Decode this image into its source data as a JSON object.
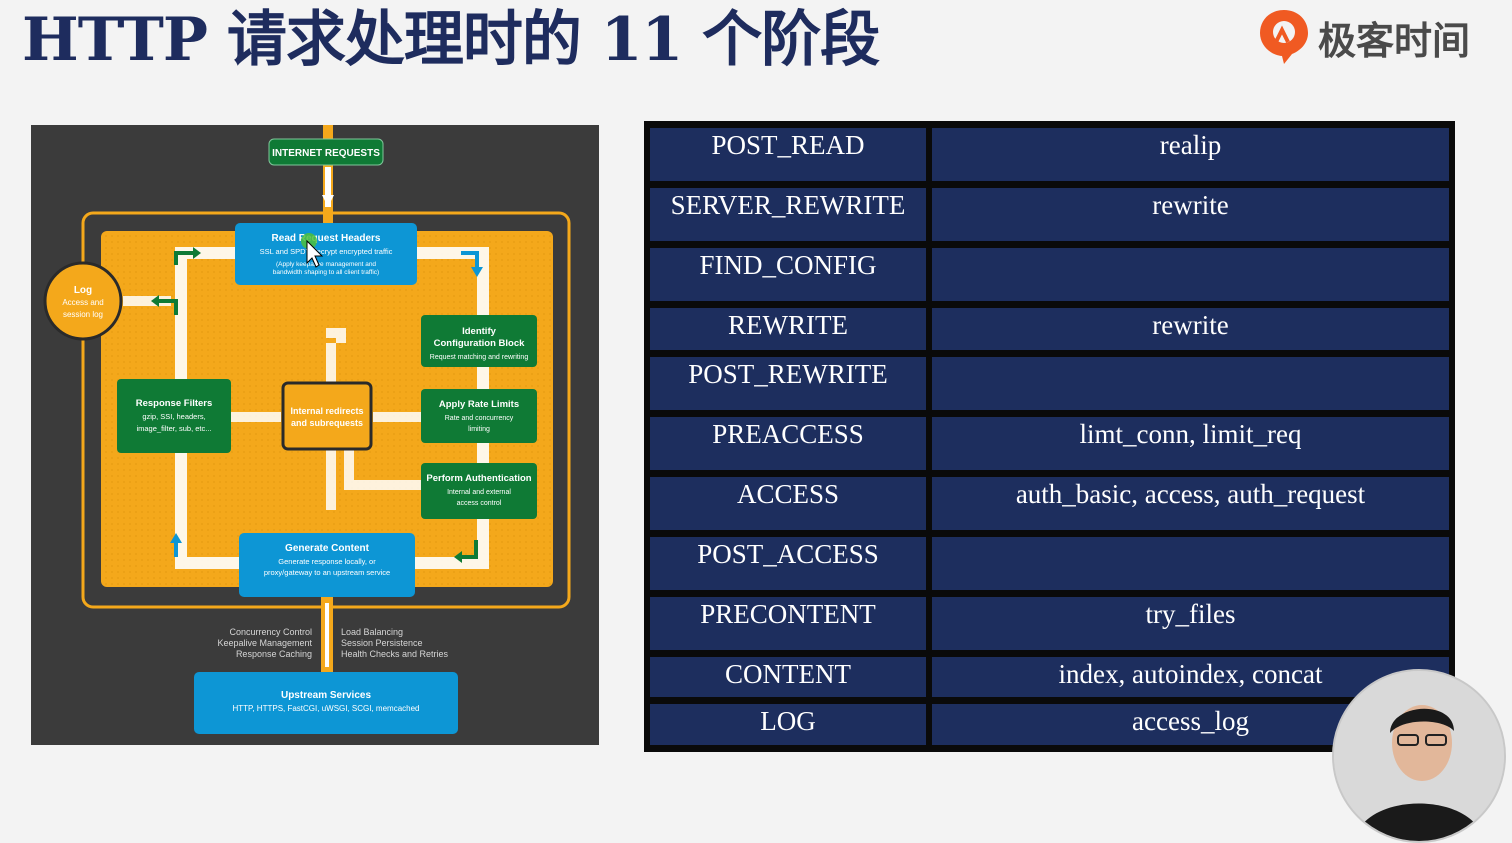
{
  "title": "HTTP 请求处理时的 11 个阶段",
  "brand": {
    "name": "极客时间",
    "icon": "geektime-logo-icon",
    "color": "#f05a22"
  },
  "diagram": {
    "internet_requests": "INTERNET REQUESTS",
    "read_headers": {
      "title": "Read Request Headers",
      "line1": "SSL and SPDY decrypt encrypted traffic",
      "line2": "(Apply keepalive management and",
      "line3": "bandwidth shaping to all client traffic)"
    },
    "log": {
      "title": "Log",
      "line1": "Access and",
      "line2": "session log"
    },
    "identify": {
      "title1": "Identify",
      "title2": "Configuration Block",
      "line1": "Request matching and rewriting"
    },
    "response_filters": {
      "title": "Response Filters",
      "line1": "gzip, SSI, headers,",
      "line2": "image_filter, sub, etc..."
    },
    "internal": {
      "line1": "Internal redirects",
      "line2": "and subrequests"
    },
    "rate_limits": {
      "title": "Apply Rate Limits",
      "line1": "Rate and concurrency",
      "line2": "limiting"
    },
    "auth": {
      "title": "Perform Authentication",
      "line1": "Internal and external",
      "line2": "access control"
    },
    "generate": {
      "title": "Generate Content",
      "line1": "Generate response locally, or",
      "line2": "proxy/gateway to an upstream service"
    },
    "left_labels": [
      "Concurrency Control",
      "Keepalive Management",
      "Response Caching"
    ],
    "right_labels": [
      "Load Balancing",
      "Session Persistence",
      "Health Checks and Retries"
    ],
    "upstream": {
      "title": "Upstream Services",
      "line1": "HTTP, HTTPS, FastCGI, uWSGI, SCGI, memcached"
    },
    "colors": {
      "background": "#3b3b3b",
      "orange": "#f4a81b",
      "green": "#0f7a35",
      "blue": "#0d96d5"
    }
  },
  "phases": [
    {
      "phase": "POST_READ",
      "modules": "realip"
    },
    {
      "phase": "SERVER_REWRITE",
      "modules": "rewrite"
    },
    {
      "phase": "FIND_CONFIG",
      "modules": ""
    },
    {
      "phase": "REWRITE",
      "modules": "rewrite"
    },
    {
      "phase": "POST_REWRITE",
      "modules": ""
    },
    {
      "phase": "PREACCESS",
      "modules": "limt_conn, limit_req"
    },
    {
      "phase": "ACCESS",
      "modules": "auth_basic, access, auth_request"
    },
    {
      "phase": "POST_ACCESS",
      "modules": ""
    },
    {
      "phase": "PRECONTENT",
      "modules": "try_files"
    },
    {
      "phase": "CONTENT",
      "modules": "index, autoindex, concat"
    },
    {
      "phase": "LOG",
      "modules": "access_log"
    }
  ],
  "presenter": {
    "icon": "presenter-video-avatar"
  }
}
